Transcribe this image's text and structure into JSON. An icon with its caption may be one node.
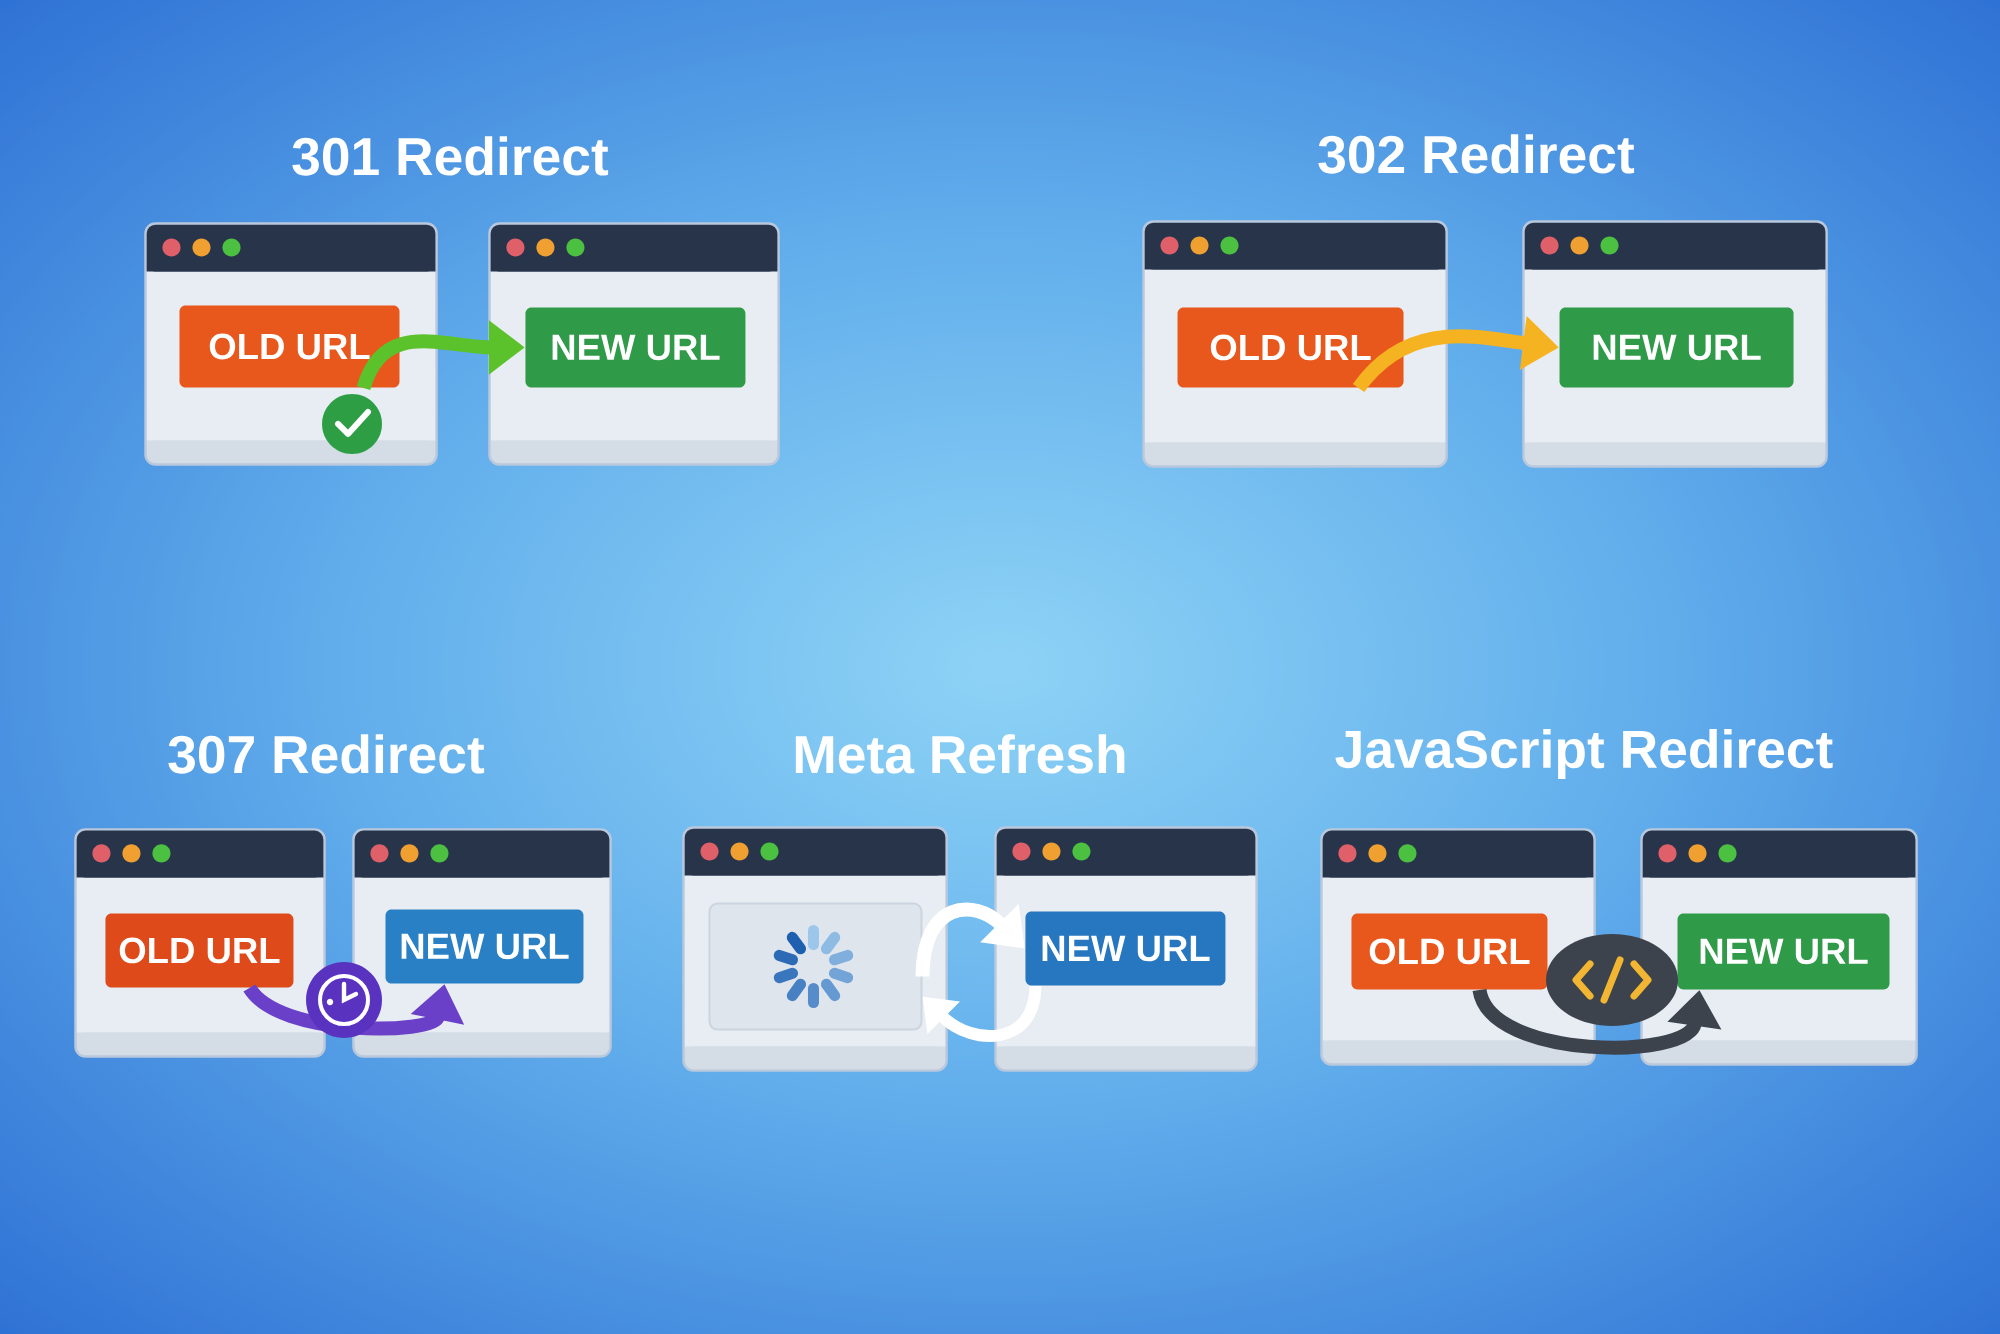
{
  "diagram": {
    "nodes": [
      {
        "text": [],
        "shape": "box"
      },
      {
        "text": [
          "OLD URL"
        ],
        "in": 0
      },
      {
        "text": [],
        "shape": "box"
      },
      {
        "text": [
          "NEW URL"
        ],
        "in": 2
      },
      {
        "text": [],
        "shape": "box"
      },
      {
        "text": [
          "OLD URL"
        ],
        "in": 4
      },
      {
        "text": [],
        "shape": "box"
      },
      {
        "text": [
          "NEW URL"
        ],
        "in": 6
      },
      {
        "text": [],
        "shape": "box"
      },
      {
        "text": [
          "OLD URL"
        ],
        "in": 8
      },
      {
        "text": [],
        "shape": "box"
      },
      {
        "text": [
          "NEW URL"
        ],
        "in": 10
      },
      {
        "text": [],
        "shape": "box"
      },
      {
        "text": [],
        "shape": "box",
        "in": 12
      },
      {
        "text": [],
        "shape": "box"
      },
      {
        "text": [
          "NEW URL"
        ],
        "in": 14
      },
      {
        "text": [],
        "shape": "box"
      },
      {
        "text": [
          "OLD URL"
        ],
        "in": 16
      },
      {
        "text": [],
        "shape": "box"
      },
      {
        "text": [
          "NEW URL"
        ],
        "in": 18
      }
    ],
    "edges": [
      {
        "from": 1,
        "to": 3,
        "arrow": "to",
        "color": "#5cc22c"
      },
      {
        "from": 5,
        "to": 7,
        "arrow": "to",
        "color": "#f5b321"
      },
      {
        "from": 9,
        "to": 11,
        "arrow": "to",
        "color": "#6a40c8"
      },
      {
        "from": 13,
        "to": 15,
        "arrow": "to",
        "color": "#ffffff"
      },
      {
        "from": 15,
        "to": 13,
        "arrow": "to",
        "color": "#ffffff"
      },
      {
        "from": 17,
        "to": 19,
        "arrow": "to",
        "color": "#3d434d"
      }
    ],
    "labels": [
      "301 Redirect",
      "302 Redirect",
      "307 Redirect",
      "Meta Refresh",
      "JavaScript Redirect"
    ]
  }
}
